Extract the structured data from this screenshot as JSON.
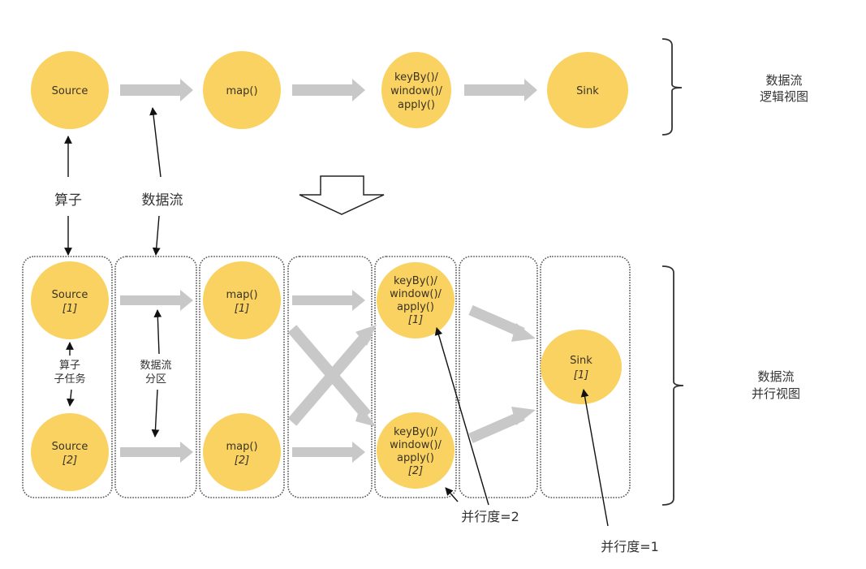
{
  "colors": {
    "operator": "#f9d262",
    "stream": "#c8c8c8",
    "text": "#3a3324"
  },
  "logical_view": {
    "nodes": [
      {
        "lines": [
          "Source"
        ]
      },
      {
        "lines": [
          "map()"
        ]
      },
      {
        "lines": [
          "keyBy()/",
          "window()/",
          "apply()"
        ]
      },
      {
        "lines": [
          "Sink"
        ]
      }
    ],
    "label_line1": "数据流",
    "label_line2": "逻辑视图"
  },
  "annotations": {
    "operator": "算子",
    "stream": "数据流",
    "subtask_line1": "算子",
    "subtask_line2": "子任务",
    "partition_line1": "数据流",
    "partition_line2": "分区",
    "parallelism_2": "并行度=2",
    "parallelism_1": "并行度=1"
  },
  "parallel_view": {
    "nodes": [
      {
        "lines": [
          "Source"
        ],
        "index": "[1]"
      },
      {
        "lines": [
          "Source"
        ],
        "index": "[2]"
      },
      {
        "lines": [
          "map()"
        ],
        "index": "[1]"
      },
      {
        "lines": [
          "map()"
        ],
        "index": "[2]"
      },
      {
        "lines": [
          "keyBy()/",
          "window()/",
          "apply()"
        ],
        "index": "[1]"
      },
      {
        "lines": [
          "keyBy()/",
          "window()/",
          "apply()"
        ],
        "index": "[2]"
      },
      {
        "lines": [
          "Sink"
        ],
        "index": "[1]"
      }
    ],
    "label_line1": "数据流",
    "label_line2": "并行视图"
  }
}
